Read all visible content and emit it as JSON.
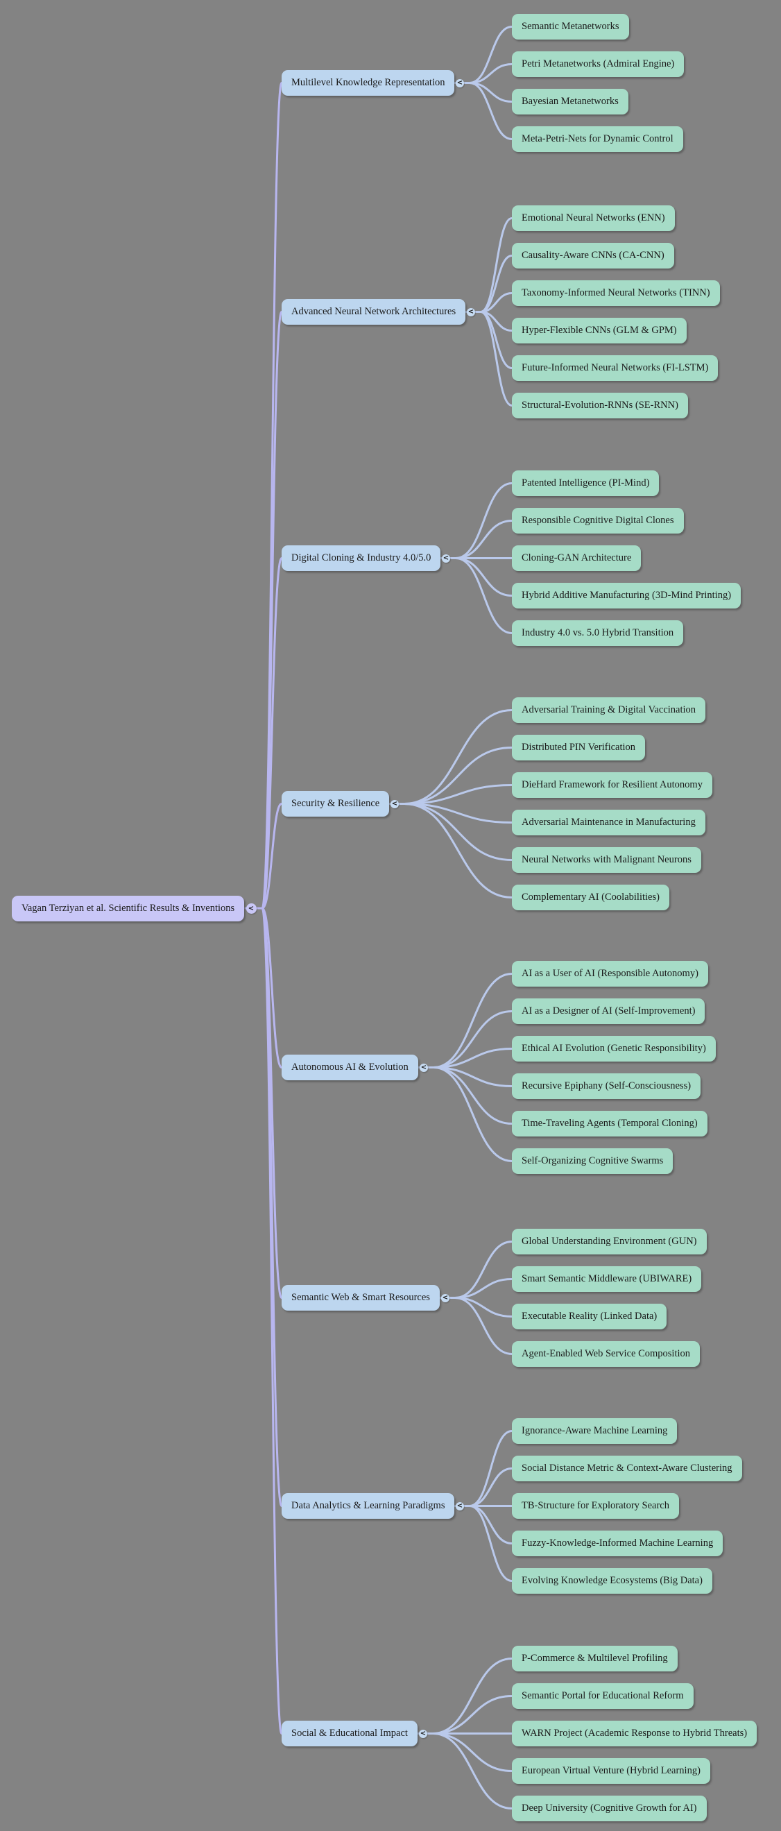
{
  "title": "Vagan Terziyan et al. Scientific Results & Inventions — mind map",
  "toggle_glyph": "<",
  "colors": {
    "background": "#838383",
    "root_fill": "#c9c7f7",
    "branch_fill": "#bdd6ef",
    "topic_fill": "#a6dcc7",
    "toggle_fill": "#c7dcf3",
    "root_link": "#b8b6ef",
    "branch_link": "#bac9eb",
    "text": "#1a1a1a",
    "toggle_glyph_color": "#222222"
  },
  "root": {
    "label": "Vagan Terziyan et al. Scientific Results & Inventions"
  },
  "branches": [
    {
      "label": "Multilevel Knowledge Representation",
      "children": [
        "Semantic Metanetworks",
        "Petri Metanetworks (Admiral Engine)",
        "Bayesian Metanetworks",
        "Meta-Petri-Nets for Dynamic Control"
      ]
    },
    {
      "label": "Advanced Neural Network Architectures",
      "children": [
        "Emotional Neural Networks (ENN)",
        "Causality-Aware CNNs (CA-CNN)",
        "Taxonomy-Informed Neural Networks (TINN)",
        "Hyper-Flexible CNNs (GLM & GPM)",
        "Future-Informed Neural Networks (FI-LSTM)",
        "Structural-Evolution-RNNs (SE-RNN)"
      ]
    },
    {
      "label": "Digital Cloning & Industry 4.0/5.0",
      "children": [
        "Patented Intelligence (PI-Mind)",
        "Responsible Cognitive Digital Clones",
        "Cloning-GAN Architecture",
        "Hybrid Additive Manufacturing (3D-Mind Printing)",
        "Industry 4.0 vs. 5.0 Hybrid Transition"
      ]
    },
    {
      "label": "Security & Resilience",
      "children": [
        "Adversarial Training & Digital Vaccination",
        "Distributed PIN Verification",
        "DieHard Framework for Resilient Autonomy",
        "Adversarial Maintenance in Manufacturing",
        "Neural Networks with Malignant Neurons",
        "Complementary AI (Coolabilities)"
      ]
    },
    {
      "label": "Autonomous AI & Evolution",
      "children": [
        "AI as a User of AI (Responsible Autonomy)",
        "AI as a Designer of AI (Self-Improvement)",
        "Ethical AI Evolution (Genetic Responsibility)",
        "Recursive Epiphany (Self-Consciousness)",
        "Time-Traveling Agents (Temporal Cloning)",
        "Self-Organizing Cognitive Swarms"
      ]
    },
    {
      "label": "Semantic Web & Smart Resources",
      "children": [
        "Global Understanding Environment (GUN)",
        "Smart Semantic Middleware (UBIWARE)",
        "Executable Reality (Linked Data)",
        "Agent-Enabled Web Service Composition"
      ]
    },
    {
      "label": "Data Analytics & Learning Paradigms",
      "children": [
        "Ignorance-Aware Machine Learning",
        "Social Distance Metric & Context-Aware Clustering",
        "TB-Structure for Exploratory Search",
        "Fuzzy-Knowledge-Informed Machine Learning",
        "Evolving Knowledge Ecosystems (Big Data)"
      ]
    },
    {
      "label": "Social & Educational Impact",
      "children": [
        "P-Commerce & Multilevel Profiling",
        "Semantic Portal for Educational Reform",
        "WARN Project (Academic Response to Hybrid Threats)",
        "European Virtual Venture (Hybrid Learning)",
        "Deep University (Cognitive Growth for AI)"
      ]
    }
  ]
}
